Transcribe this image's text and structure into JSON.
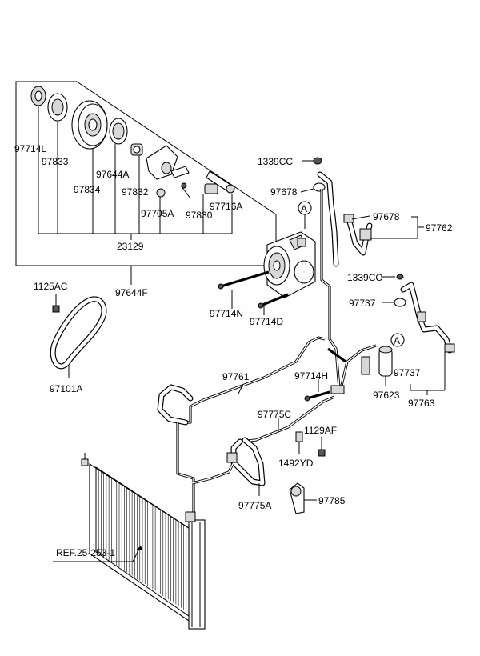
{
  "labels": {
    "l97714L": "97714L",
    "l97833": "97833",
    "l97644A": "97644A",
    "l97834": "97834",
    "l97832": "97832",
    "l97705A": "97705A",
    "l97830": "97830",
    "l97716A": "97716A",
    "l23129": "23129",
    "l97644F": "97644F",
    "l1125AC": "1125AC",
    "l97101A": "97101A",
    "l1339CC_top": "1339CC",
    "l97678_left": "97678",
    "l97678_right": "97678",
    "l97762": "97762",
    "l1339CC_mid": "1339CC",
    "l97737_top": "97737",
    "l97714N": "97714N",
    "l97714D": "97714D",
    "l97761": "97761",
    "l97714H": "97714H",
    "l97623": "97623",
    "l97737_bottom": "97737",
    "l97763": "97763",
    "l97775C": "97775C",
    "l1129AF": "1129AF",
    "l1492YD": "1492YD",
    "l97775A": "97775A",
    "l97785": "97785",
    "ref": "REF.25-253-1"
  },
  "callouts": {
    "a_top": "A",
    "a_right": "A"
  }
}
